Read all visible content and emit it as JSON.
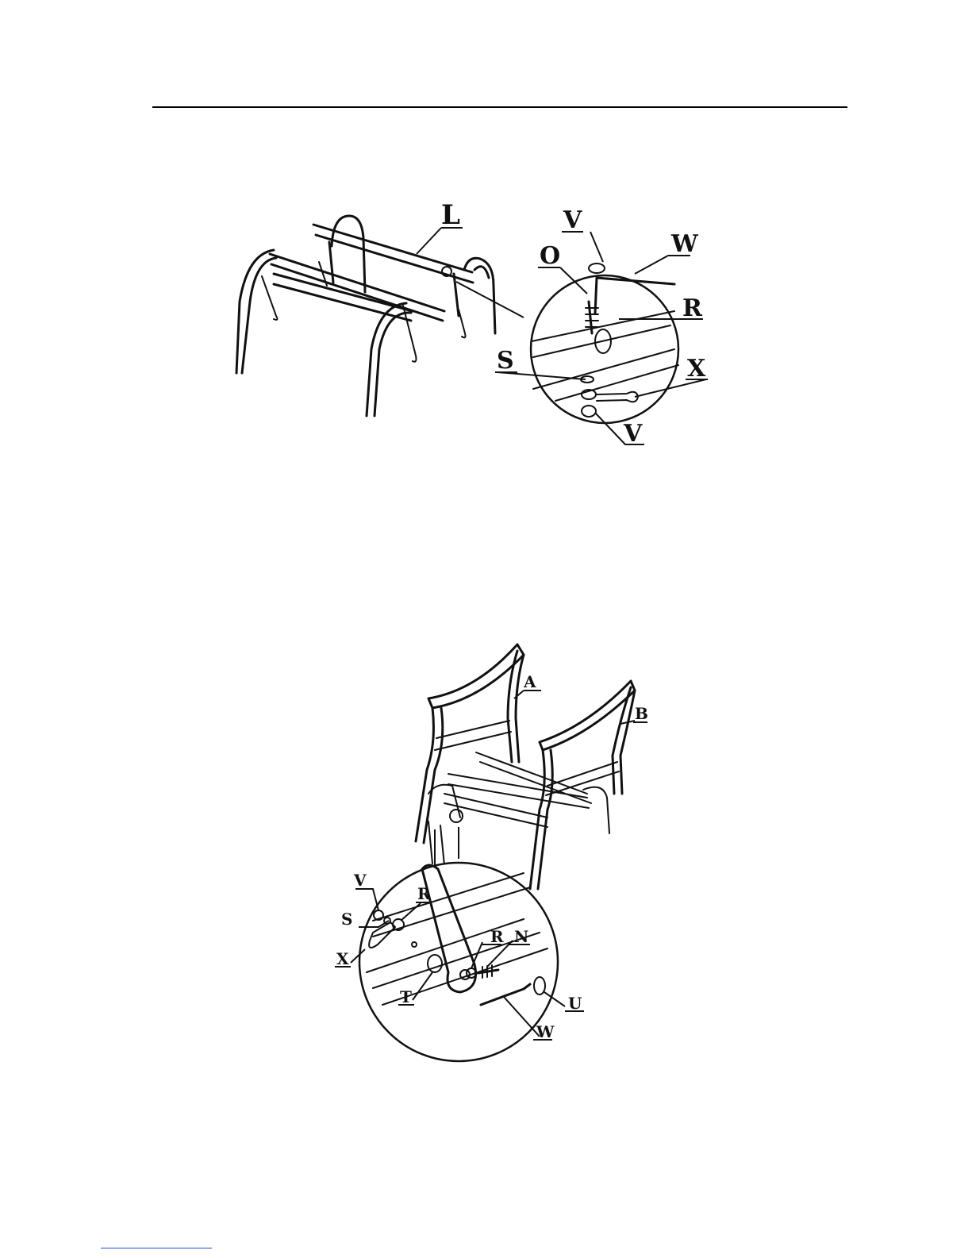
{
  "figure1": {
    "labels": [
      "L",
      "V",
      "W",
      "O",
      "R",
      "S",
      "X",
      "V"
    ]
  },
  "figure2": {
    "labels": [
      "A",
      "B",
      "V",
      "R",
      "S",
      "X",
      "R",
      "N",
      "T",
      "U",
      "W"
    ]
  }
}
